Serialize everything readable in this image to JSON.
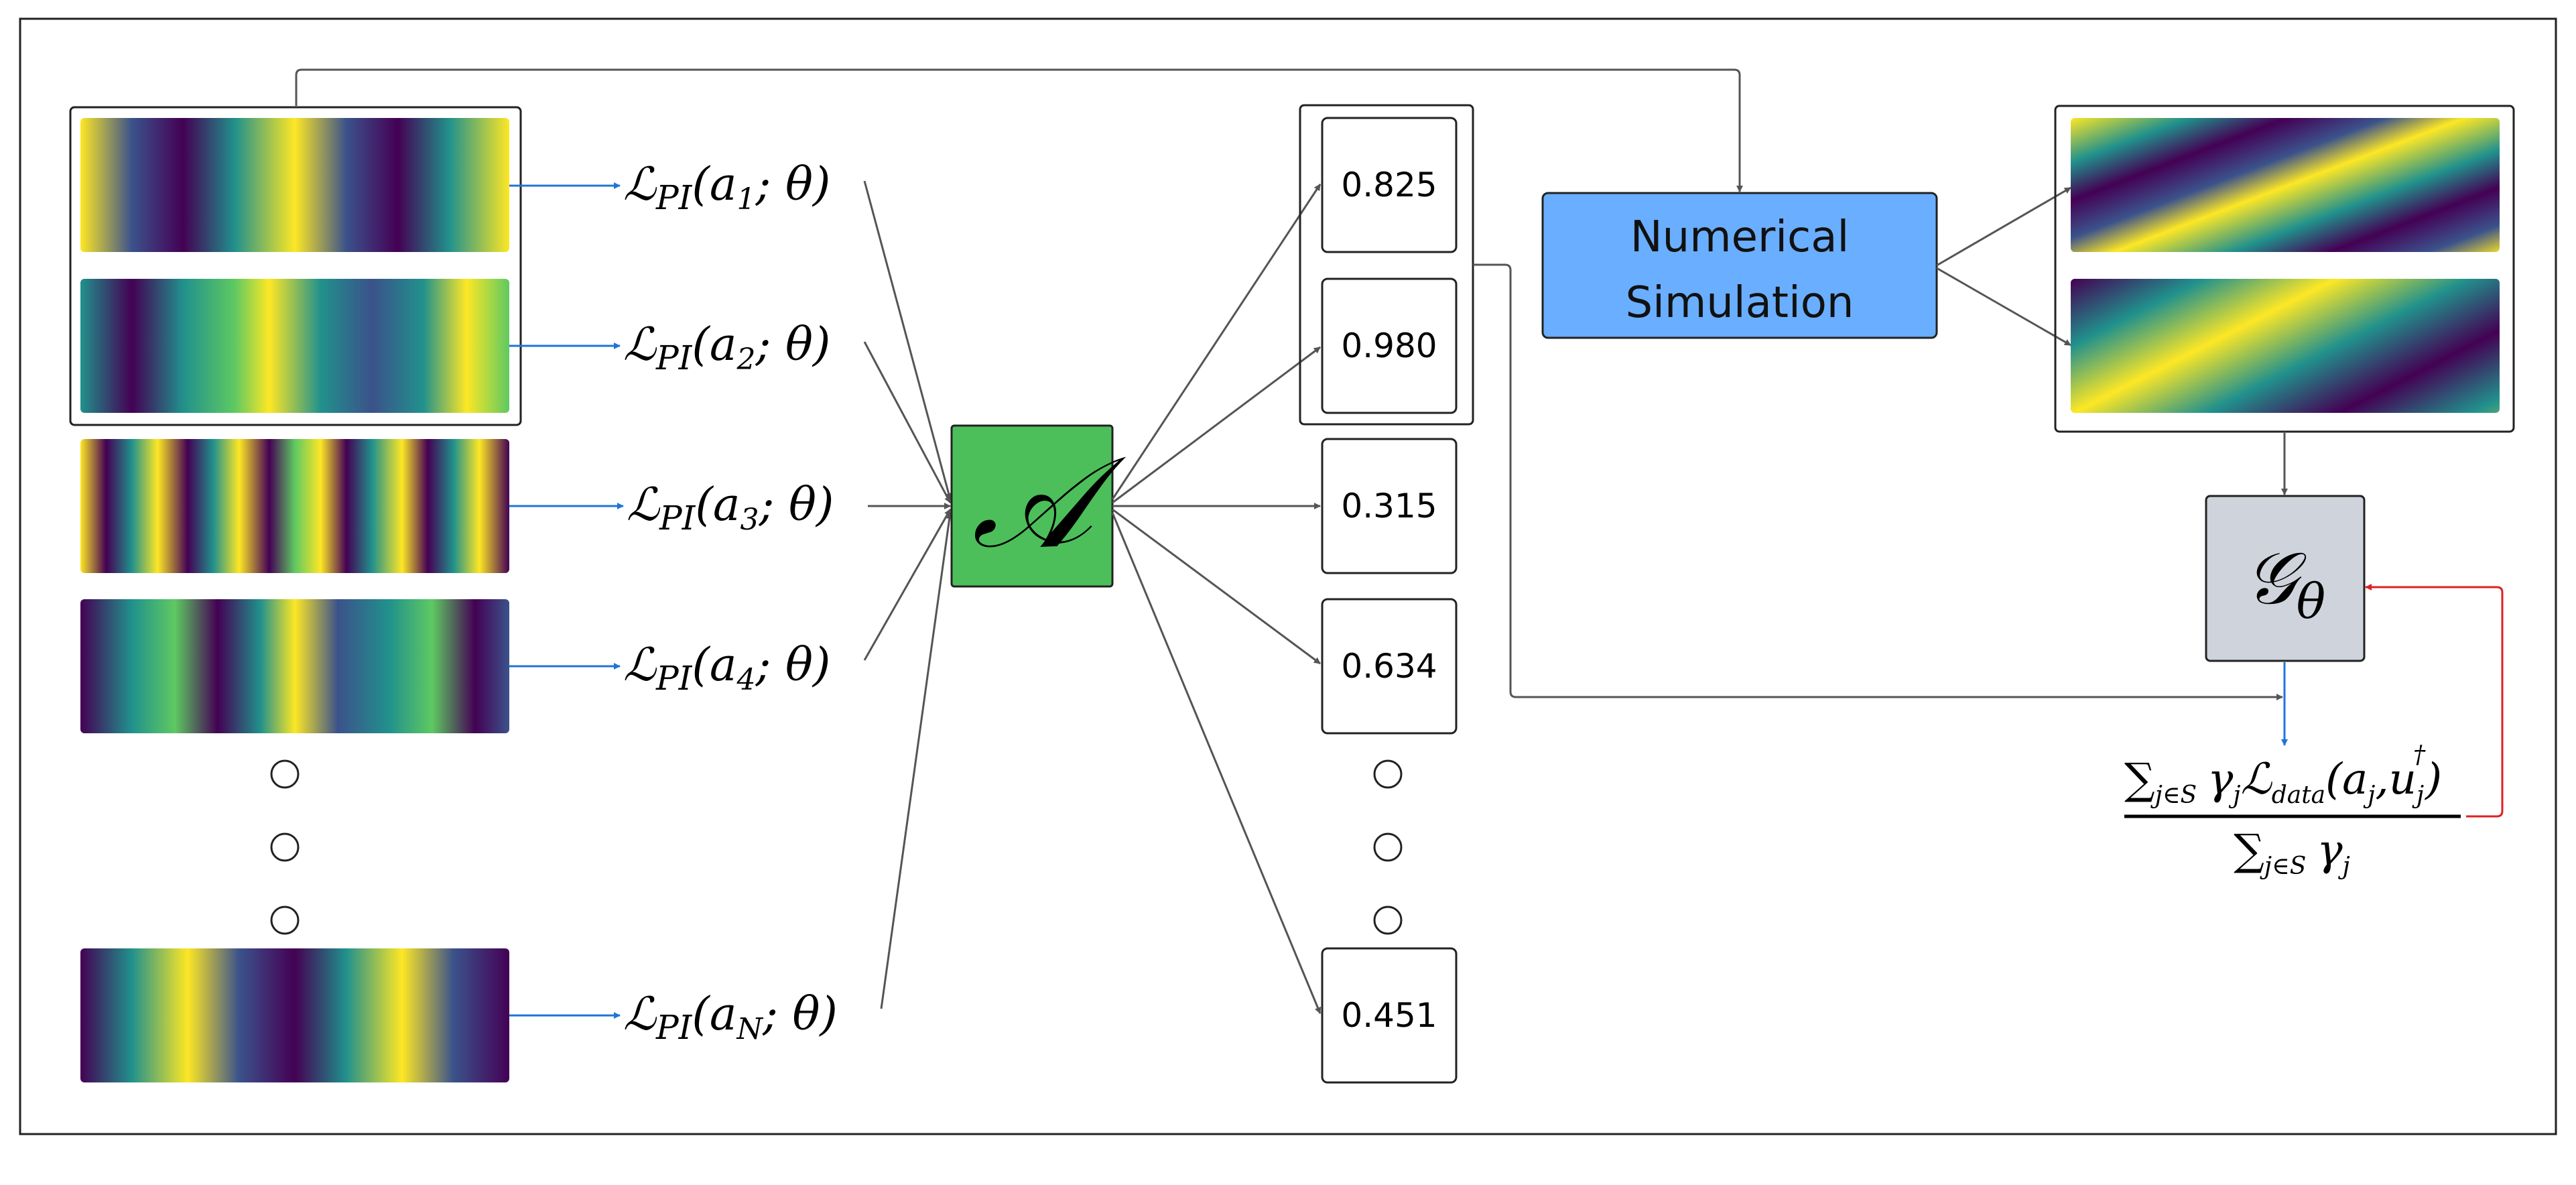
{
  "loss_labels": {
    "L": "ℒ",
    "PI": "PI",
    "open": "(a",
    "tail": "; θ)",
    "subscripts": [
      "1",
      "2",
      "3",
      "4",
      "N"
    ]
  },
  "operator_symbol": "𝒜",
  "scores": [
    "0.825",
    "0.980",
    "0.315",
    "0.634",
    "0.451"
  ],
  "numerical_simulation": {
    "line1": "Numerical",
    "line2": "Simulation"
  },
  "surrogate_symbol": "𝒢",
  "surrogate_subscript": "θ",
  "weighted_loss": {
    "num_sum": "∑",
    "num_sum_sub": "j∈S",
    "gamma": "γ",
    "gamma_sub": "j",
    "L": "ℒ",
    "L_sub": "data",
    "args_open": "(a",
    "args_a_sub": "j",
    "args_mid": ",u",
    "args_u_sub": "j",
    "args_u_sup": "†",
    "args_close": ")",
    "den_sum": "∑",
    "den_sum_sub": "j∈S",
    "den_gamma": "γ",
    "den_gamma_sub": "j"
  },
  "colors": {
    "operator_box": "#4cbf5a",
    "simulation_box": "#6aaeff",
    "surrogate_box": "#cfd3db",
    "blue_arrow": "#1f74d8",
    "red_arrow": "#e02020",
    "gray_arrow": "#555555",
    "viridis": [
      "#440154",
      "#3b528b",
      "#21918c",
      "#5ec962",
      "#fde725"
    ]
  },
  "icons": {
    "ellipsis_dot": "circle-outline"
  }
}
